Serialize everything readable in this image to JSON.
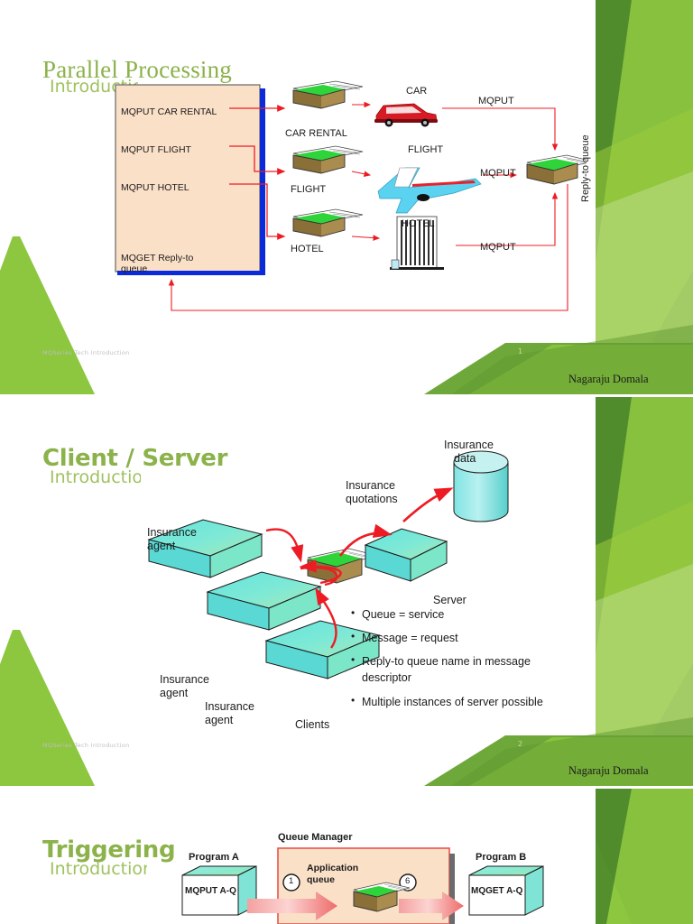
{
  "theme": {
    "title_color": "#8CB24B",
    "subtitle_color": "#9FC15E",
    "accent_green_light": "#9ACA3C",
    "accent_green_mid": "#6FA539",
    "accent_green_dark": "#4F8A2B",
    "accent_green_pale": "#C9E0A0",
    "footer_color": "#BFBFBF",
    "page_num_color": "#C9D79B",
    "queue_brown": "#A98C4E",
    "queue_green": "#2FD43A",
    "arrow_red": "#ED1C24",
    "box_cyan": "#6FE0DC",
    "panel_peach": "#FBE0C8"
  },
  "slides": [
    {
      "title": "Parallel Processing",
      "subtitle": "Introduction",
      "footer": "MQSeries Tech Introduction",
      "page_number": "1",
      "author": "Nagaraju Domala",
      "diagram": {
        "kind": "parallel-processing",
        "app_panel_lines": [
          "MQPUT CAR RENTAL",
          "MQPUT FLIGHT",
          "MQPUT HOTEL",
          "MQGET Reply-to"
        ],
        "app_panel_last_wrap": "queue",
        "queues": [
          {
            "name": "CAR RENTAL"
          },
          {
            "name": "FLIGHT"
          },
          {
            "name": "HOTEL"
          }
        ],
        "services": [
          {
            "name": "CAR",
            "put_label": "MQPUT"
          },
          {
            "name": "FLIGHT",
            "put_label": "MQPUT"
          },
          {
            "name": "HOTEL",
            "put_label": "MQPUT"
          }
        ],
        "reply_queue_label": "Reply-to queue"
      }
    },
    {
      "title": "Client / Server",
      "subtitle": "Introduction",
      "footer": "MQSeries Tech Introduction",
      "page_number": "2",
      "author": "Nagaraju Domala",
      "diagram": {
        "kind": "client-server",
        "agents": [
          "Insurance agent",
          "Insurance agent",
          "Insurance agent"
        ],
        "agent_lines": [
          [
            "Insurance",
            "agent"
          ],
          [
            "Insurance",
            "agent"
          ],
          [
            "Insurance",
            "agent"
          ]
        ],
        "clients_label": "Clients",
        "server_label": "Server",
        "quotations_lines": [
          "Insurance",
          "quotations"
        ],
        "data_lines": [
          "Insurance",
          "data"
        ],
        "bullets": [
          "Queue = service",
          "Message = request",
          "Reply-to queue name in message descriptor",
          "Multiple instances of server possible"
        ]
      }
    },
    {
      "title": "Triggering",
      "subtitle": "Introduction",
      "diagram": {
        "kind": "triggering",
        "queue_manager_label": "Queue Manager",
        "program_a_label": "Program A",
        "program_a_op": "MQPUT A-Q",
        "program_b_label": "Program B",
        "program_b_op": "MQGET A-Q",
        "app_queue_lines": [
          "Application",
          "queue"
        ],
        "step_markers": [
          "1",
          "6"
        ]
      }
    }
  ]
}
